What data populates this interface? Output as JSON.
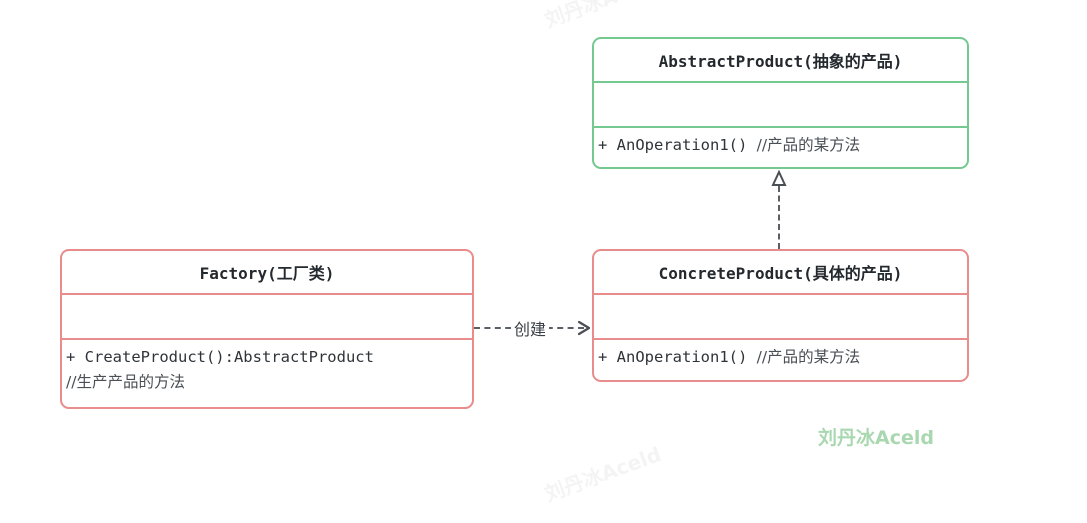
{
  "diagram": {
    "type": "uml-class-diagram",
    "title_text": "",
    "classes": [
      {
        "id": "abstract-product",
        "name": "AbstractProduct(抽象的产品)",
        "color": "#73c990",
        "attributes": "",
        "methods": [
          {
            "signature": "+ AnOperation1() ",
            "comment": "//产品的某方法"
          }
        ]
      },
      {
        "id": "factory",
        "name": "Factory(工厂类)",
        "color": "#e88c8c",
        "attributes": "",
        "methods": [
          {
            "signature": "+ CreateProduct():AbstractProduct",
            "comment": ""
          },
          {
            "signature": "",
            "comment": "//生产产品的方法"
          }
        ]
      },
      {
        "id": "concrete-product",
        "name": "ConcreteProduct(具体的产品)",
        "color": "#e88c8c",
        "attributes": "",
        "methods": [
          {
            "signature": "+ AnOperation1() ",
            "comment": "//产品的某方法"
          }
        ]
      }
    ],
    "relations": [
      {
        "id": "realization",
        "from": "concrete-product",
        "to": "abstract-product",
        "kind": "realization",
        "label": "",
        "line": "dashed",
        "head": "hollow-triangle"
      },
      {
        "id": "dependency-create",
        "from": "factory",
        "to": "concrete-product",
        "kind": "dependency",
        "label": "创建",
        "line": "dashed",
        "head": "open-arrow"
      }
    ]
  },
  "watermarks": {
    "primary": "刘丹冰Aceld",
    "primary_color": "#a9d8b0",
    "faint_top": "刘丹冰Aceld",
    "faint_bottom": "刘丹冰Aceld"
  }
}
